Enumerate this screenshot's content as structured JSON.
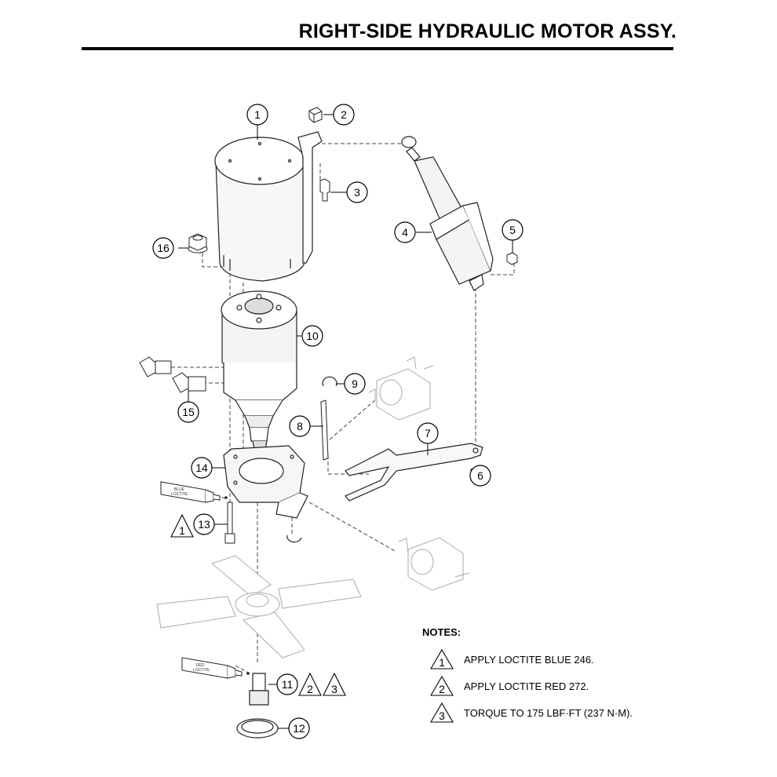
{
  "page": {
    "title": "RIGHT-SIDE HYDRAULIC MOTOR ASSY."
  },
  "callouts": [
    "1",
    "2",
    "3",
    "4",
    "5",
    "6",
    "7",
    "8",
    "9",
    "10",
    "11",
    "12",
    "13",
    "14",
    "15",
    "16"
  ],
  "callout_refs": {
    "13": [
      "1"
    ],
    "11": [
      "2",
      "3"
    ]
  },
  "tube_labels": {
    "blue": [
      "BLUE",
      "LOCTITE"
    ],
    "red": [
      "RED",
      "LOCTITE"
    ]
  },
  "notes": {
    "heading": "NOTES:",
    "items": [
      {
        "num": "1",
        "text": "APPLY LOCTITE BLUE 246."
      },
      {
        "num": "2",
        "text": "APPLY LOCTITE RED 272."
      },
      {
        "num": "3",
        "text": "TORQUE TO 175 LBF·FT (237 N·M)."
      }
    ]
  }
}
